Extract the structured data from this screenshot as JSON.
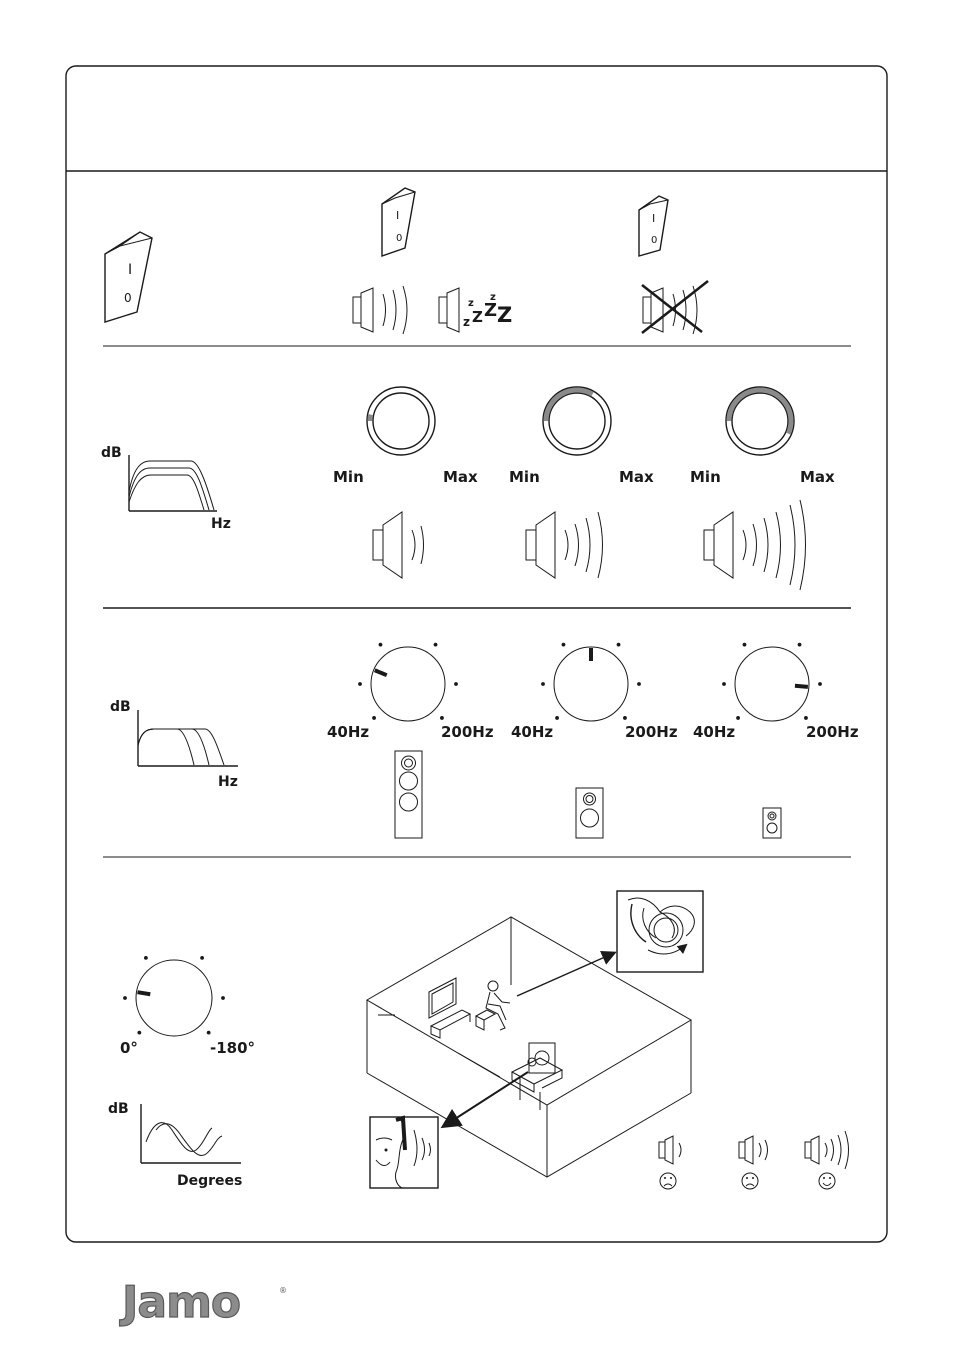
{
  "brand": {
    "logo_text": "Jamo",
    "registered_mark": "®"
  },
  "power_switch": {
    "on_symbol": "I",
    "off_symbol": "0",
    "sleep_symbol": "ZZZZ"
  },
  "level_control": {
    "graph": {
      "y_label": "dB",
      "x_label": "Hz"
    },
    "dials": [
      {
        "min_label": "Min",
        "max_label": "Max",
        "level": 0.05
      },
      {
        "min_label": "Min",
        "max_label": "Max",
        "level": 0.5
      },
      {
        "min_label": "Min",
        "max_label": "Max",
        "level": 0.85
      }
    ]
  },
  "crossover_control": {
    "graph": {
      "y_label": "dB",
      "x_label": "Hz"
    },
    "dials": [
      {
        "min_label": "40Hz",
        "max_label": "200Hz",
        "setting": 0.25
      },
      {
        "min_label": "40Hz",
        "max_label": "200Hz",
        "setting": 0.5
      },
      {
        "min_label": "40Hz",
        "max_label": "200Hz",
        "setting": 0.85
      }
    ]
  },
  "phase_control": {
    "dial": {
      "min_label": "0°",
      "max_label": "-180°",
      "setting": 0.2
    },
    "graph": {
      "y_label": "dB",
      "x_label": "Degrees"
    }
  },
  "colors": {
    "line": "#1a1a1a",
    "dial_fill": "#8a8a8a",
    "logo": "#8c8c8c"
  }
}
